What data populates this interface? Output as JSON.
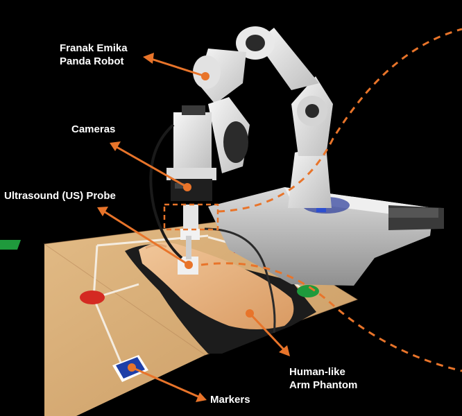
{
  "labels": {
    "robot_line1": "Franak Emika",
    "robot_line2": "Panda Robot",
    "cameras": "Cameras",
    "probe": "Ultrasound (US) Probe",
    "arm_line1": "Human-like",
    "arm_line2": "Arm Phantom",
    "markers": "Markers"
  },
  "colors": {
    "background": "#000000",
    "annotation_orange": "#e8742a",
    "label_text": "#ffffff",
    "table_wood": "#d9b07a",
    "robot_white": "#e6e6e6",
    "marker_red": "#d42a22",
    "marker_green": "#1f9a3c",
    "marker_blue": "#1e3fa8"
  }
}
